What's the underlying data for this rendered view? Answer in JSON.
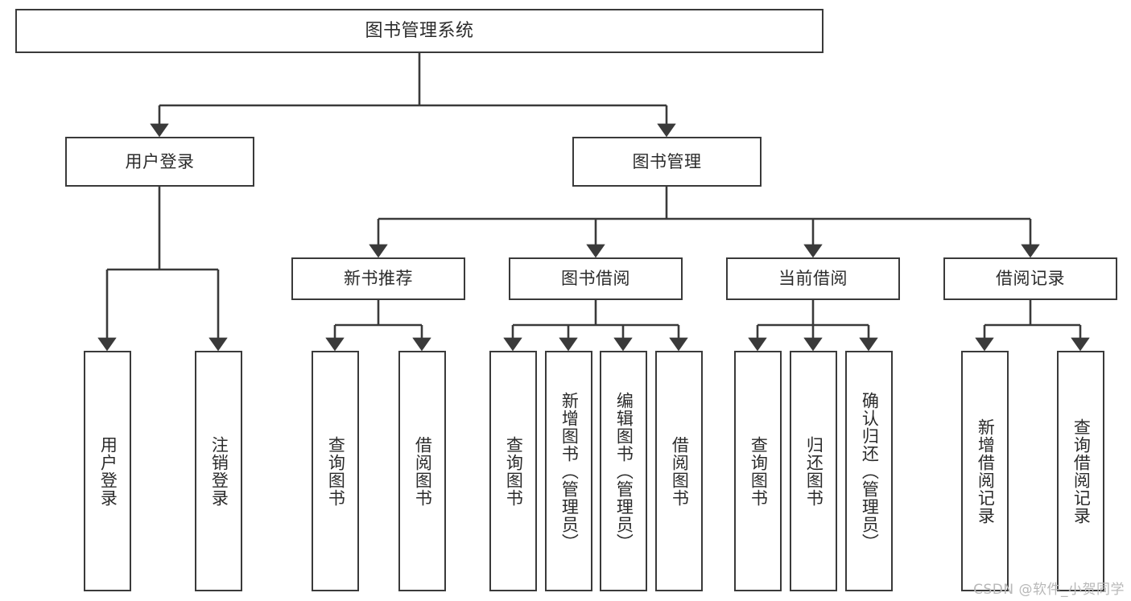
{
  "diagram": {
    "type": "tree",
    "title": "图书管理系统",
    "watermark": "CSDN @软件_小贺同学",
    "colors": {
      "box_border": "#3a3a3a",
      "box_fill": "#ffffff",
      "connector": "#3a3a3a",
      "text": "#2b2b2b",
      "watermark": "#b8b8b8",
      "background": "#ffffff"
    },
    "nodes": {
      "root": {
        "label": "图书管理系统"
      },
      "level2": [
        {
          "label": "用户登录"
        },
        {
          "label": "图书管理"
        }
      ],
      "level3": [
        {
          "label": "新书推荐"
        },
        {
          "label": "图书借阅"
        },
        {
          "label": "当前借阅"
        },
        {
          "label": "借阅记录"
        }
      ],
      "leaves": {
        "user_login": [
          {
            "label": "用户登录"
          },
          {
            "label": "注销登录"
          }
        ],
        "new_books": [
          {
            "label": "查询图书"
          },
          {
            "label": "借阅图书"
          }
        ],
        "book_borrow": [
          {
            "label": "查询图书"
          },
          {
            "label": "新增图书（管理员）"
          },
          {
            "label": "编辑图书（管理员）"
          },
          {
            "label": "借阅图书"
          }
        ],
        "current_borrow": [
          {
            "label": "查询图书"
          },
          {
            "label": "归还图书"
          },
          {
            "label": "确认归还（管理员）"
          }
        ],
        "borrow_records": [
          {
            "label": "新增借阅记录"
          },
          {
            "label": "查询借阅记录"
          }
        ]
      }
    }
  }
}
